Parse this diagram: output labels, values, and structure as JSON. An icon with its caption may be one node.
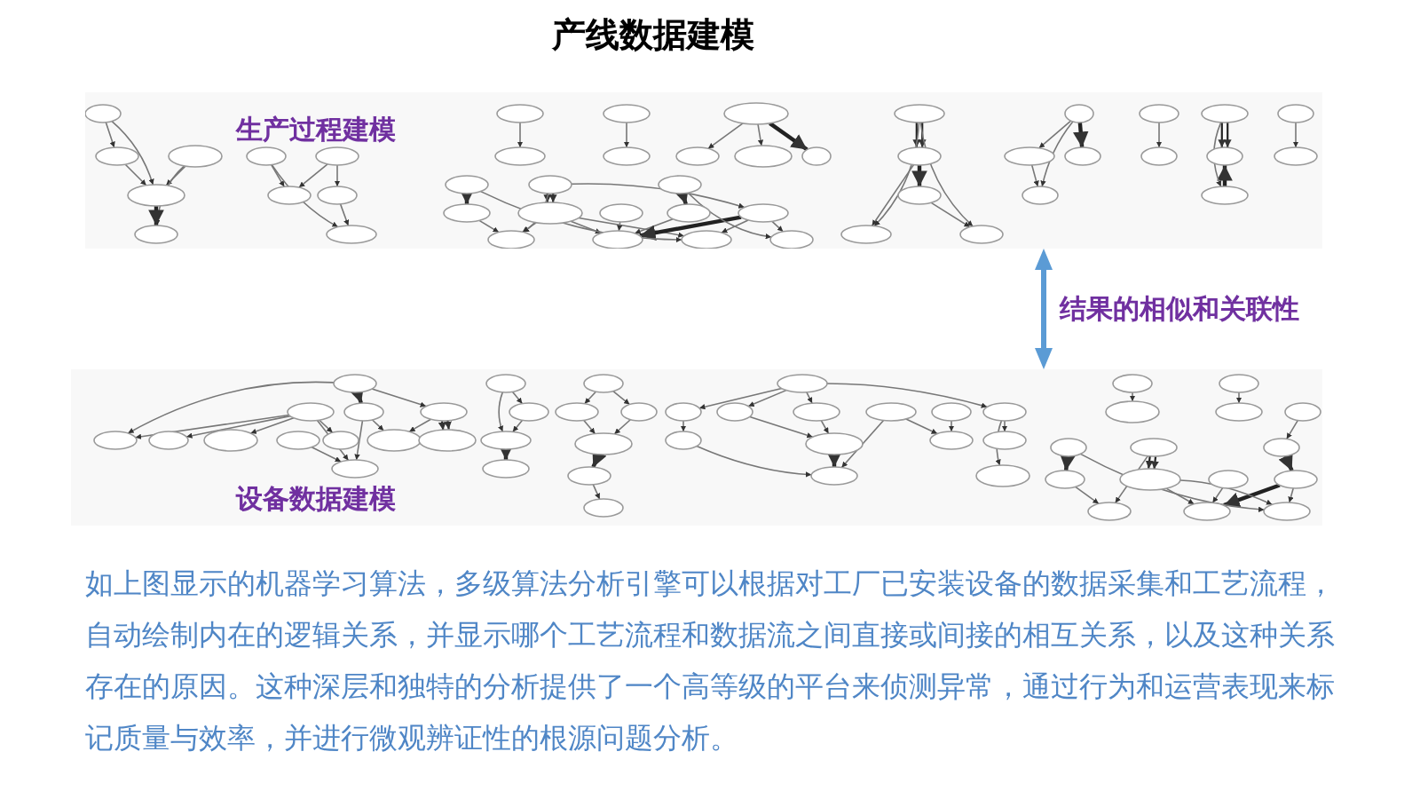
{
  "diagram": {
    "title": "产线数据建模",
    "caption": "如上图显示的机器学习算法，多级算法分析引擎可以根据对工厂已安装设备的数据采集和工艺流程，自动绘制内在的逻辑关系，并显示哪个工艺流程和数据流之间直接或间接的相互关系，以及这种关系存在的原因。这种深层和独特的分析提供了一个高等级的平台来侦测异常，通过行为和运营表现来标记质量与效率，并进行微观辨证性的根源问题分析。",
    "nodes": [
      {
        "text": [
          "生产过程建模"
        ]
      },
      {
        "text": [
          "设备数据建模"
        ]
      }
    ],
    "edges": [
      {
        "from": 0,
        "to": 1,
        "arrow": "both",
        "label": "结果的相似和关联性"
      }
    ]
  }
}
